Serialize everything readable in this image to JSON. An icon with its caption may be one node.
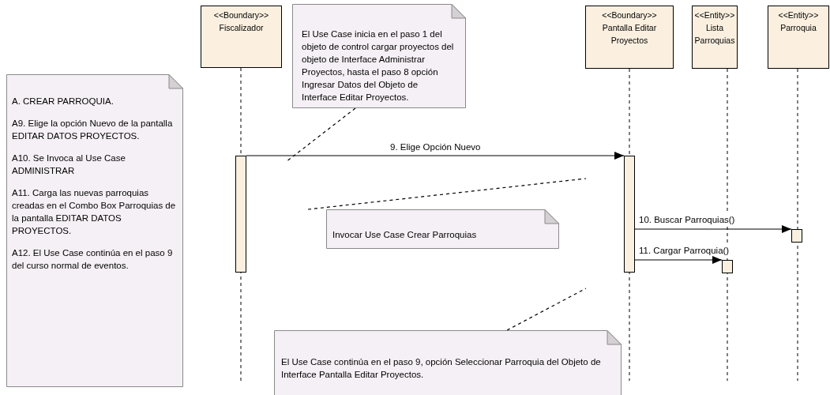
{
  "diagram": {
    "nodes": [
      {
        "text": [
          "<<Boundary>>",
          "Fiscalizador"
        ]
      },
      {
        "text": [
          "El Use Case inicia en el paso 1 del objeto de control cargar proyectos del objeto de Interface Administrar Proyectos, hasta el paso 8 opción Ingresar Datos del Objeto de Interface Editar Proyectos."
        ]
      },
      {
        "text": [
          "<<Boundary>>",
          "Pantalla Editar Proyectos"
        ]
      },
      {
        "text": [
          "<<Entity>>",
          "Lista Parroquias"
        ]
      },
      {
        "text": [
          "<<Entity>>",
          "Parroquia"
        ]
      },
      {
        "text": [
          "A. CREAR PARROQUIA.",
          "A9. Elige la opción Nuevo de la pantalla EDITAR DATOS PROYECTOS.",
          "A10. Se Invoca al Use Case ADMINISTRAR",
          "A11. Carga las nuevas parroquias creadas en el Combo Box Parroquias de la pantalla EDITAR DATOS PROYECTOS.",
          "A12. El Use Case continúa en el paso 9 del curso normal de eventos."
        ]
      },
      {
        "text": [],
        "shape": "bar"
      },
      {
        "text": [],
        "shape": "bar"
      },
      {
        "text": [
          "Invocar Use Case Crear Parroquias"
        ]
      },
      {
        "text": [],
        "shape": "bar"
      },
      {
        "text": [],
        "shape": "bar"
      },
      {
        "text": [
          "El Use Case continúa en el paso 9, opción Seleccionar Parroquia del Objeto de Interface Pantalla Editar Proyectos."
        ]
      }
    ],
    "edges": [
      {
        "from": 6,
        "to": 7,
        "arrow": "to",
        "label": "9. Elige Opción Nuevo"
      },
      {
        "from": 7,
        "to": 9,
        "arrow": "to",
        "label": "10. Buscar Parroquias()"
      },
      {
        "from": 7,
        "to": 10,
        "arrow": "to",
        "label": "11. Cargar Parroquia()"
      },
      {
        "from": 1,
        "to": null,
        "arrow": "none",
        "style": "dashed"
      },
      {
        "from": 8,
        "to": null,
        "arrow": "none",
        "style": "dashed"
      },
      {
        "from": 11,
        "to": null,
        "arrow": "none",
        "style": "dashed"
      }
    ]
  }
}
